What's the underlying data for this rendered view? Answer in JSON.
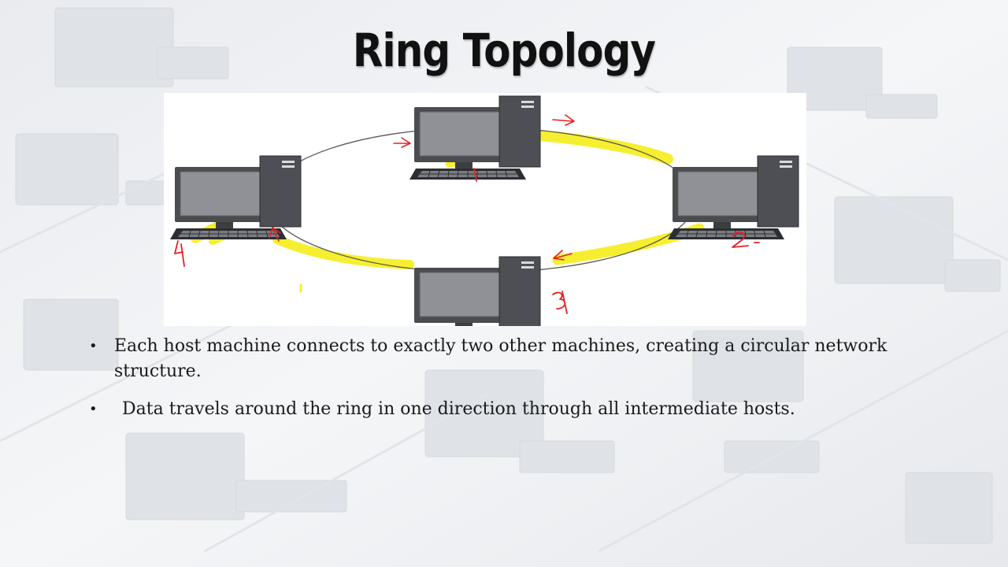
{
  "slide": {
    "title": "Ring Topology"
  },
  "diagram": {
    "node_labels": [
      "1",
      "2",
      "3",
      "4"
    ],
    "colors": {
      "highlight": "#f5ee1e",
      "annotation": "#e52222",
      "ring": "#555555"
    },
    "icons": [
      "computer-icon",
      "arrow-icon"
    ]
  },
  "bullets": [
    {
      "marker": "•",
      "text": "Each host machine connects to exactly two other machines, creating a circular network structure."
    },
    {
      "marker": "•",
      "text": "Data travels around the ring in one direction through all intermediate hosts."
    }
  ]
}
